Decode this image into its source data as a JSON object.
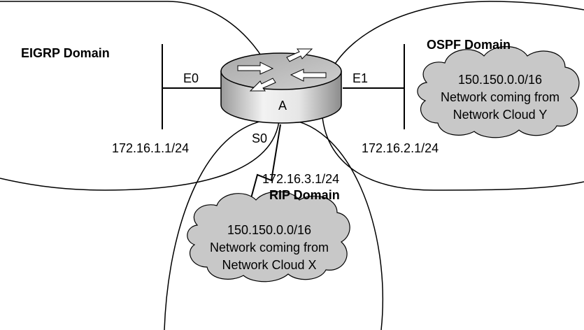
{
  "domains": {
    "eigrp": "EIGRP Domain",
    "ospf": "OSPF Domain",
    "rip": "RIP Domain"
  },
  "router": {
    "name": "A",
    "interfaces": {
      "e0": "E0",
      "e1": "E1",
      "s0": "S0"
    }
  },
  "addresses": {
    "eigrp_net": "172.16.1.1/24",
    "ospf_net": "172.16.2.1/24",
    "rip_net": "172.16.3.1/24"
  },
  "clouds": {
    "y": {
      "line1": "150.150.0.0/16",
      "line2": "Network coming from",
      "line3": "Network Cloud Y"
    },
    "x": {
      "line1": "150.150.0.0/16",
      "line2": "Network coming from",
      "line3": "Network Cloud X"
    }
  },
  "colors": {
    "cloud_fill": "#c8c8c8",
    "line": "#000000"
  }
}
